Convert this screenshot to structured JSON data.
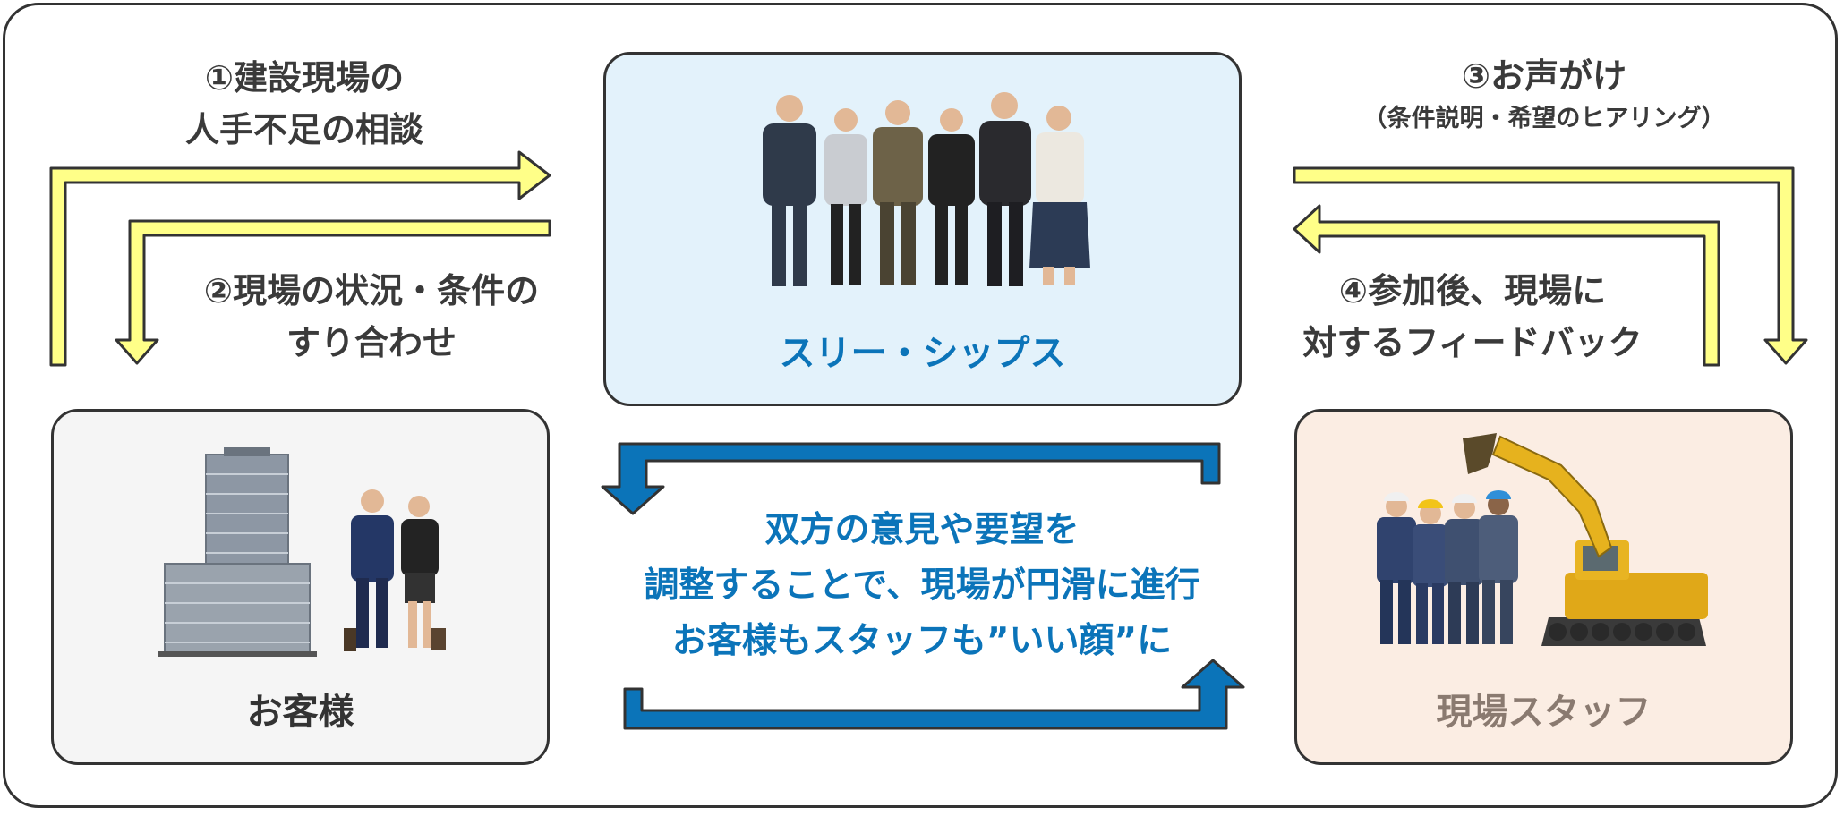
{
  "colors": {
    "accent_blue": "#0b74b9",
    "arrow_yellow": "#ffff88",
    "company_bg": "#e3f2fb",
    "client_bg": "#f5f5f5",
    "staff_bg": "#fbede3"
  },
  "company": {
    "label": "スリー・シップス",
    "image": "team-photo"
  },
  "client": {
    "label": "お客様",
    "image": "building-and-businesspeople"
  },
  "staff": {
    "label": "現場スタッフ",
    "image": "workers-and-excavator"
  },
  "steps": {
    "step1": {
      "line1": "①建設現場の",
      "line2": "人手不足の相談"
    },
    "step2": {
      "line1": "②現場の状況・条件の",
      "line2": "すり合わせ"
    },
    "step3": {
      "title": "③お声がけ",
      "subtitle": "（条件説明・希望のヒアリング）"
    },
    "step4": {
      "line1": "④参加後、現場に",
      "line2": "対するフィードバック"
    }
  },
  "center_message": {
    "line1": "双方の意見や要望を",
    "line2": "調整することで、現場が円滑に進行",
    "line3": "お客様もスタッフも”いい顔”に"
  }
}
